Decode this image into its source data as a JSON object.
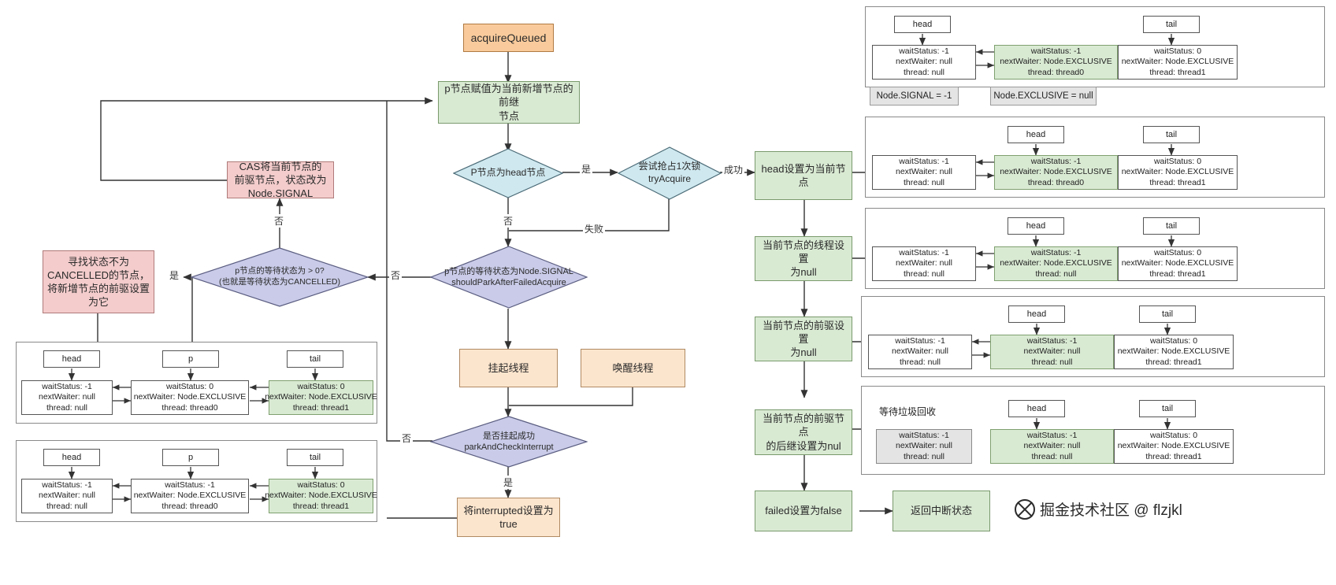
{
  "diagram": {
    "title": "acquireQueued",
    "watermark": "掘金技术社区 @ flzjkl",
    "colors": {
      "orange": "#f9cb9c",
      "green": "#d9ead3",
      "pink": "#f4cccc",
      "peach": "#fce5cd",
      "blue": "#cfe2f3",
      "purple": "#c9cbe8",
      "gray": "#e4e4e4"
    }
  },
  "flow": {
    "start": "acquireQueued",
    "assign_p": "p节点赋值为当前新增节点的前继\n节点",
    "is_head": "P节点为head节点",
    "try_acquire": "尝试抢占1次锁\ntryAcquire",
    "should_park": "p节点的等待状态为Node.SIGNAL\nshouldParkAfterFailedAcquire",
    "ws_gt_zero": "p节点的等待状态为 > 0?\n(也就是等待状态为CANCELLED)",
    "cas_signal": "CAS将当前节点的\n前驱节点，状态改为\nNode.SIGNAL",
    "find_not_cancelled": "寻找状态不为\nCANCELLED的节点，\n将新增节点的前驱设置\n为它",
    "park_thread": "挂起线程",
    "wake_thread": "唤醒线程",
    "park_check": "是否挂起成功\nparkAndCheckInterrupt",
    "set_interrupted": "将interrupted设置为\ntrue",
    "head_set_current": "head设置为当前节\n点",
    "thread_null": "当前节点的线程设置\n为null",
    "prev_null": "当前节点的前驱设置\n为null",
    "prev_next_null": "当前节点的前驱节点\n的后继设置为nul",
    "failed_false": "failed设置为false",
    "return_interrupt": "返回中断状态"
  },
  "edge_labels": {
    "yes": "是",
    "no": "否",
    "success": "成功",
    "fail": "失败"
  },
  "legend": {
    "signal": "Node.SIGNAL = -1",
    "exclusive": "Node.EXCLUSIVE = null"
  },
  "pointers": {
    "head": "head",
    "p": "p",
    "tail": "tail"
  },
  "note_gc": "等待垃圾回收",
  "node_states": {
    "left_1": [
      {
        "waitStatus": "waitStatus: -1",
        "nextWaiter": "nextWaiter:  null",
        "thread": "thread:  null",
        "style": "white"
      },
      {
        "waitStatus": "waitStatus: 0",
        "nextWaiter": "nextWaiter:  Node.EXCLUSIVE",
        "thread": "thread:  thread0",
        "style": "white"
      },
      {
        "waitStatus": "waitStatus: 0",
        "nextWaiter": "nextWaiter:  Node.EXCLUSIVE",
        "thread": "thread:  thread1",
        "style": "green"
      }
    ],
    "left_2": [
      {
        "waitStatus": "waitStatus: -1",
        "nextWaiter": "nextWaiter:  null",
        "thread": "thread:  null",
        "style": "white"
      },
      {
        "waitStatus": "waitStatus: -1",
        "nextWaiter": "nextWaiter:  Node.EXCLUSIVE",
        "thread": "thread:  thread0",
        "style": "white"
      },
      {
        "waitStatus": "waitStatus: 0",
        "nextWaiter": "nextWaiter:  Node.EXCLUSIVE",
        "thread": "thread:  thread1",
        "style": "green"
      }
    ],
    "right_1": [
      {
        "waitStatus": "waitStatus: -1",
        "nextWaiter": "nextWaiter:  null",
        "thread": "thread:  null",
        "style": "white"
      },
      {
        "waitStatus": "waitStatus: -1",
        "nextWaiter": "nextWaiter:  Node.EXCLUSIVE",
        "thread": "thread:  thread0",
        "style": "green"
      },
      {
        "waitStatus": "waitStatus: 0",
        "nextWaiter": "nextWaiter:  Node.EXCLUSIVE",
        "thread": "thread:  thread1",
        "style": "white"
      }
    ],
    "right_2": [
      {
        "waitStatus": "waitStatus: -1",
        "nextWaiter": "nextWaiter:  null",
        "thread": "thread:  null",
        "style": "white"
      },
      {
        "waitStatus": "waitStatus: -1",
        "nextWaiter": "nextWaiter:  Node.EXCLUSIVE",
        "thread": "thread:  thread0",
        "style": "green"
      },
      {
        "waitStatus": "waitStatus: 0",
        "nextWaiter": "nextWaiter:  Node.EXCLUSIVE",
        "thread": "thread:  thread1",
        "style": "white"
      }
    ],
    "right_3": [
      {
        "waitStatus": "waitStatus: -1",
        "nextWaiter": "nextWaiter:  null",
        "thread": "thread:  null",
        "style": "white"
      },
      {
        "waitStatus": "waitStatus: -1",
        "nextWaiter": "nextWaiter:  Node.EXCLUSIVE",
        "thread": "thread:  null",
        "style": "green"
      },
      {
        "waitStatus": "waitStatus: 0",
        "nextWaiter": "nextWaiter:  Node.EXCLUSIVE",
        "thread": "thread:  thread1",
        "style": "white"
      }
    ],
    "right_4": [
      {
        "waitStatus": "waitStatus: -1",
        "nextWaiter": "nextWaiter:  null",
        "thread": "thread:  null",
        "style": "white"
      },
      {
        "waitStatus": "waitStatus: -1",
        "nextWaiter": "nextWaiter:  null",
        "thread": "thread:  null",
        "style": "green"
      },
      {
        "waitStatus": "waitStatus: 0",
        "nextWaiter": "nextWaiter:  Node.EXCLUSIVE",
        "thread": "thread:  thread1",
        "style": "white"
      }
    ],
    "right_5": [
      {
        "waitStatus": "waitStatus: -1",
        "nextWaiter": "nextWaiter:  null",
        "thread": "thread:  null",
        "style": "gray"
      },
      {
        "waitStatus": "waitStatus: -1",
        "nextWaiter": "nextWaiter:  null",
        "thread": "thread:  null",
        "style": "green"
      },
      {
        "waitStatus": "waitStatus: 0",
        "nextWaiter": "nextWaiter:  Node.EXCLUSIVE",
        "thread": "thread:  thread1",
        "style": "white"
      }
    ]
  }
}
